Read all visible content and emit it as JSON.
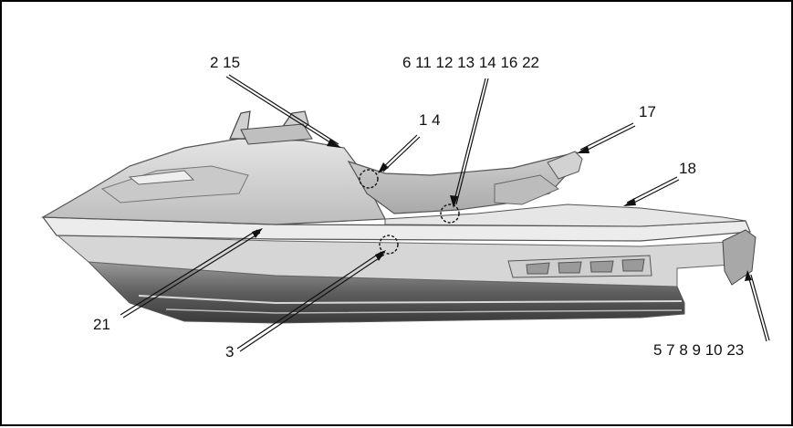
{
  "labels": {
    "top_left": "2 15",
    "top_center": "6 11 12 13 14 16 22",
    "mid_left": "1 4",
    "handle": "17",
    "rear_deck": "18",
    "side_rail": "21",
    "hull": "3",
    "bottom_right": "5 7 8 9 10 23"
  }
}
